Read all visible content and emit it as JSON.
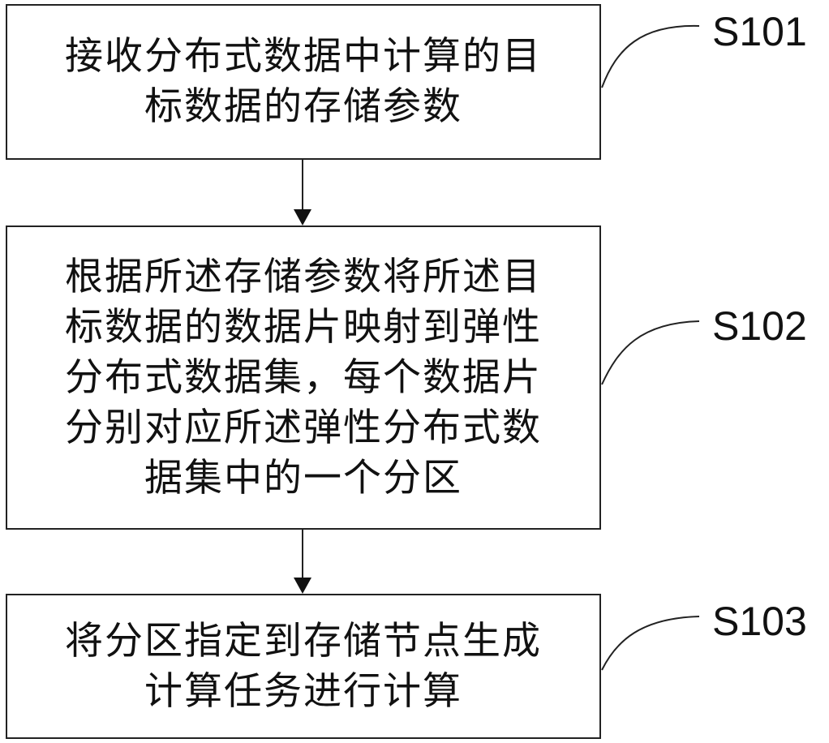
{
  "steps": [
    {
      "label": "S101",
      "lines": [
        "接收分布式数据中计算的目",
        "标数据的存储参数"
      ]
    },
    {
      "label": "S102",
      "lines": [
        "根据所述存储参数将所述目",
        "标数据的数据片映射到弹性",
        "分布式数据集，每个数据片",
        "分别对应所述弹性分布式数",
        "据集中的一个分区"
      ]
    },
    {
      "label": "S103",
      "lines": [
        "将分区指定到存储节点生成",
        "计算任务进行计算"
      ]
    }
  ]
}
